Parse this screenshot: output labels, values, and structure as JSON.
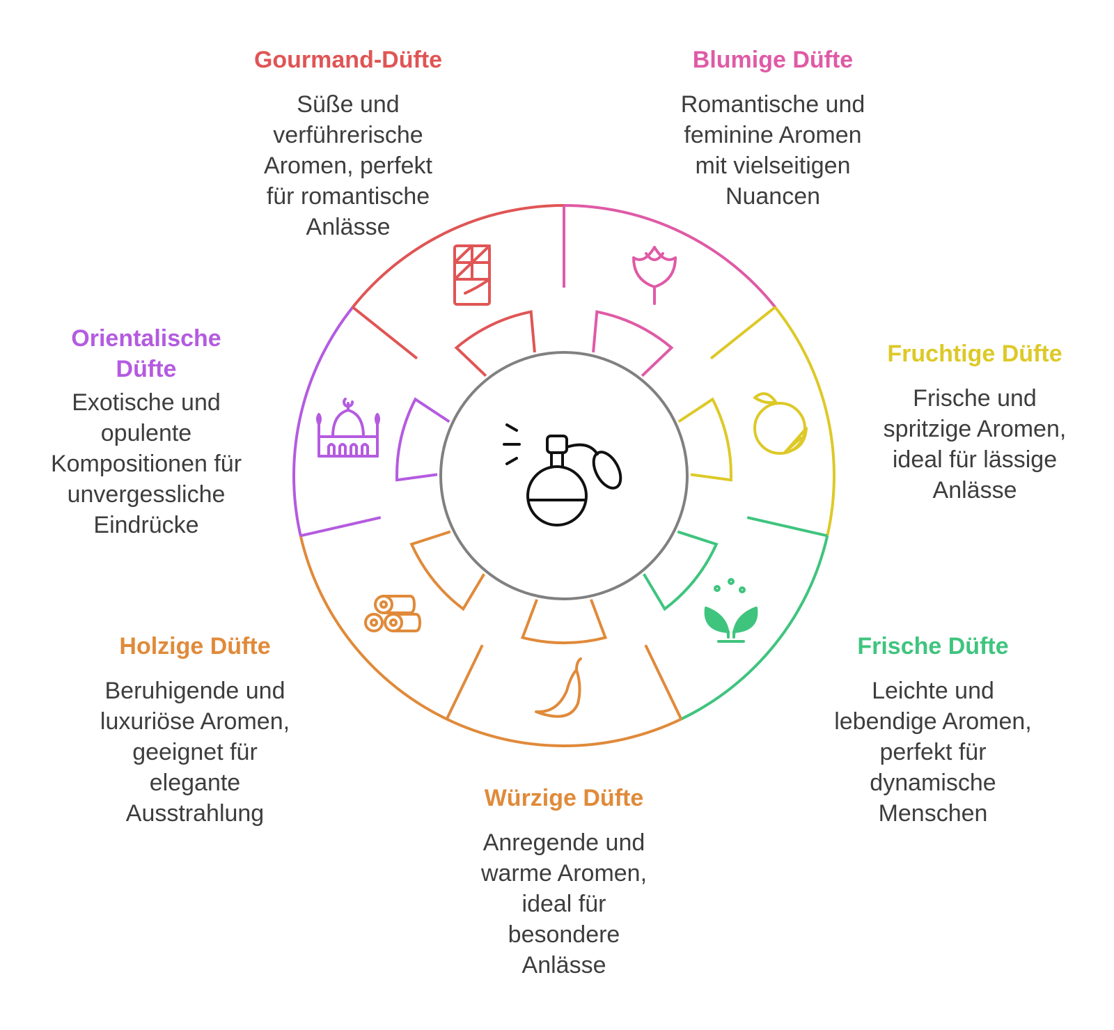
{
  "categories": [
    {
      "id": "gourmand",
      "title": "Gourmand-Düfte",
      "color": "#e05555",
      "icon": "chocolate-bar-icon",
      "text": [
        "Süße und",
        "verführerische",
        "Aromen, perfekt",
        "für romantische",
        "Anlässe"
      ]
    },
    {
      "id": "blumige",
      "title": "Blumige Düfte",
      "color": "#df5aa6",
      "icon": "rose-icon",
      "text": [
        "Romantische und",
        "feminine Aromen",
        "mit vielseitigen",
        "Nuancen"
      ]
    },
    {
      "id": "fruchtig",
      "title": "Fruchtige Düfte",
      "color": "#ddc928",
      "icon": "orange-icon",
      "text": [
        "Frische und",
        "spritzige Aromen,",
        "ideal für lässige",
        "Anlässe"
      ]
    },
    {
      "id": "frisch",
      "title": "Frische Düfte",
      "color": "#3fc47e",
      "icon": "sprout-icon",
      "text": [
        "Leichte und",
        "lebendige Aromen,",
        "perfekt für",
        "dynamische",
        "Menschen"
      ]
    },
    {
      "id": "wuerzig",
      "title": "Würzige Düfte",
      "color": "#e08a3a",
      "icon": "chili-pepper-icon",
      "text": [
        "Anregende und",
        "warme Aromen,",
        "ideal für",
        "besondere",
        "Anlässe"
      ]
    },
    {
      "id": "holz",
      "title": "Holzige Düfte",
      "color": "#e08a3a",
      "icon": "wood-logs-icon",
      "text": [
        "Beruhigende und",
        "luxuriöse Aromen,",
        "geeignet für",
        "elegante",
        "Ausstrahlung"
      ]
    },
    {
      "id": "orient",
      "title": "Orientalische Düfte",
      "color": "#b45be0",
      "icon": "mosque-icon",
      "text": [
        "Exotische und",
        "opulente",
        "Kompositionen für",
        "unvergessliche",
        "Eindrücke"
      ]
    }
  ],
  "center_icon": "perfume-bottle-icon",
  "center_color": "#7a7a7a"
}
